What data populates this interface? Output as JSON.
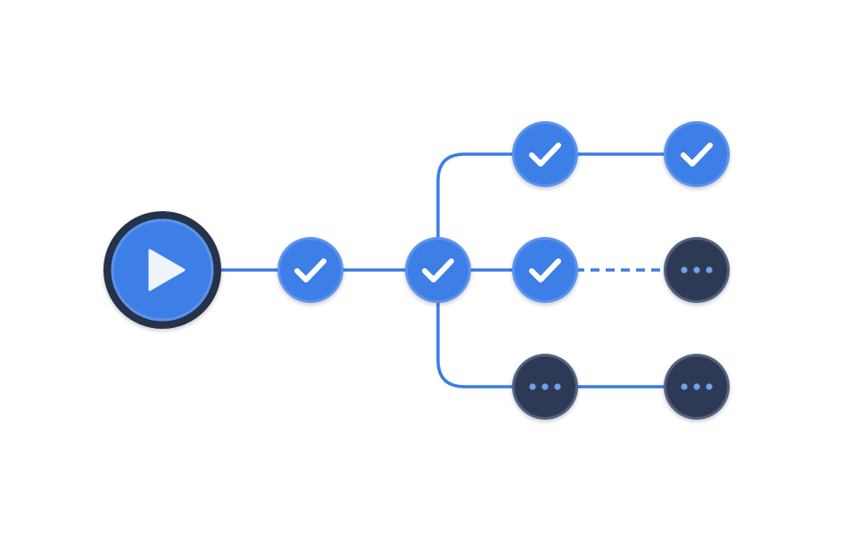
{
  "diagram": {
    "type": "workflow-tree",
    "colors": {
      "accent": "#3d7fe6",
      "accent_light": "#5b93ec",
      "pending": "#2e3a55",
      "pending_ring": "#53627f",
      "start_ring": "#253048",
      "connector": "#3b7ce4",
      "glyph": "#ffffff",
      "dots": "#6ea1f0"
    },
    "nodes": [
      {
        "id": "start",
        "status": "start",
        "icon": "play-icon"
      },
      {
        "id": "step-1",
        "status": "done",
        "icon": "check-icon"
      },
      {
        "id": "branch",
        "status": "done",
        "icon": "check-icon"
      },
      {
        "id": "top-a",
        "status": "done",
        "icon": "check-icon"
      },
      {
        "id": "top-b",
        "status": "done",
        "icon": "check-icon"
      },
      {
        "id": "mid-a",
        "status": "done",
        "icon": "check-icon"
      },
      {
        "id": "mid-b",
        "status": "pending",
        "icon": "ellipsis-icon"
      },
      {
        "id": "bottom-a",
        "status": "pending",
        "icon": "ellipsis-icon"
      },
      {
        "id": "bottom-b",
        "status": "pending",
        "icon": "ellipsis-icon"
      }
    ],
    "edges": [
      {
        "from": "start",
        "to": "step-1",
        "style": "solid"
      },
      {
        "from": "step-1",
        "to": "branch",
        "style": "solid"
      },
      {
        "from": "branch",
        "to": "top-a",
        "style": "solid"
      },
      {
        "from": "top-a",
        "to": "top-b",
        "style": "solid"
      },
      {
        "from": "branch",
        "to": "mid-a",
        "style": "solid"
      },
      {
        "from": "mid-a",
        "to": "mid-b",
        "style": "dashed"
      },
      {
        "from": "branch",
        "to": "bottom-a",
        "style": "solid"
      },
      {
        "from": "bottom-a",
        "to": "bottom-b",
        "style": "solid"
      }
    ]
  }
}
